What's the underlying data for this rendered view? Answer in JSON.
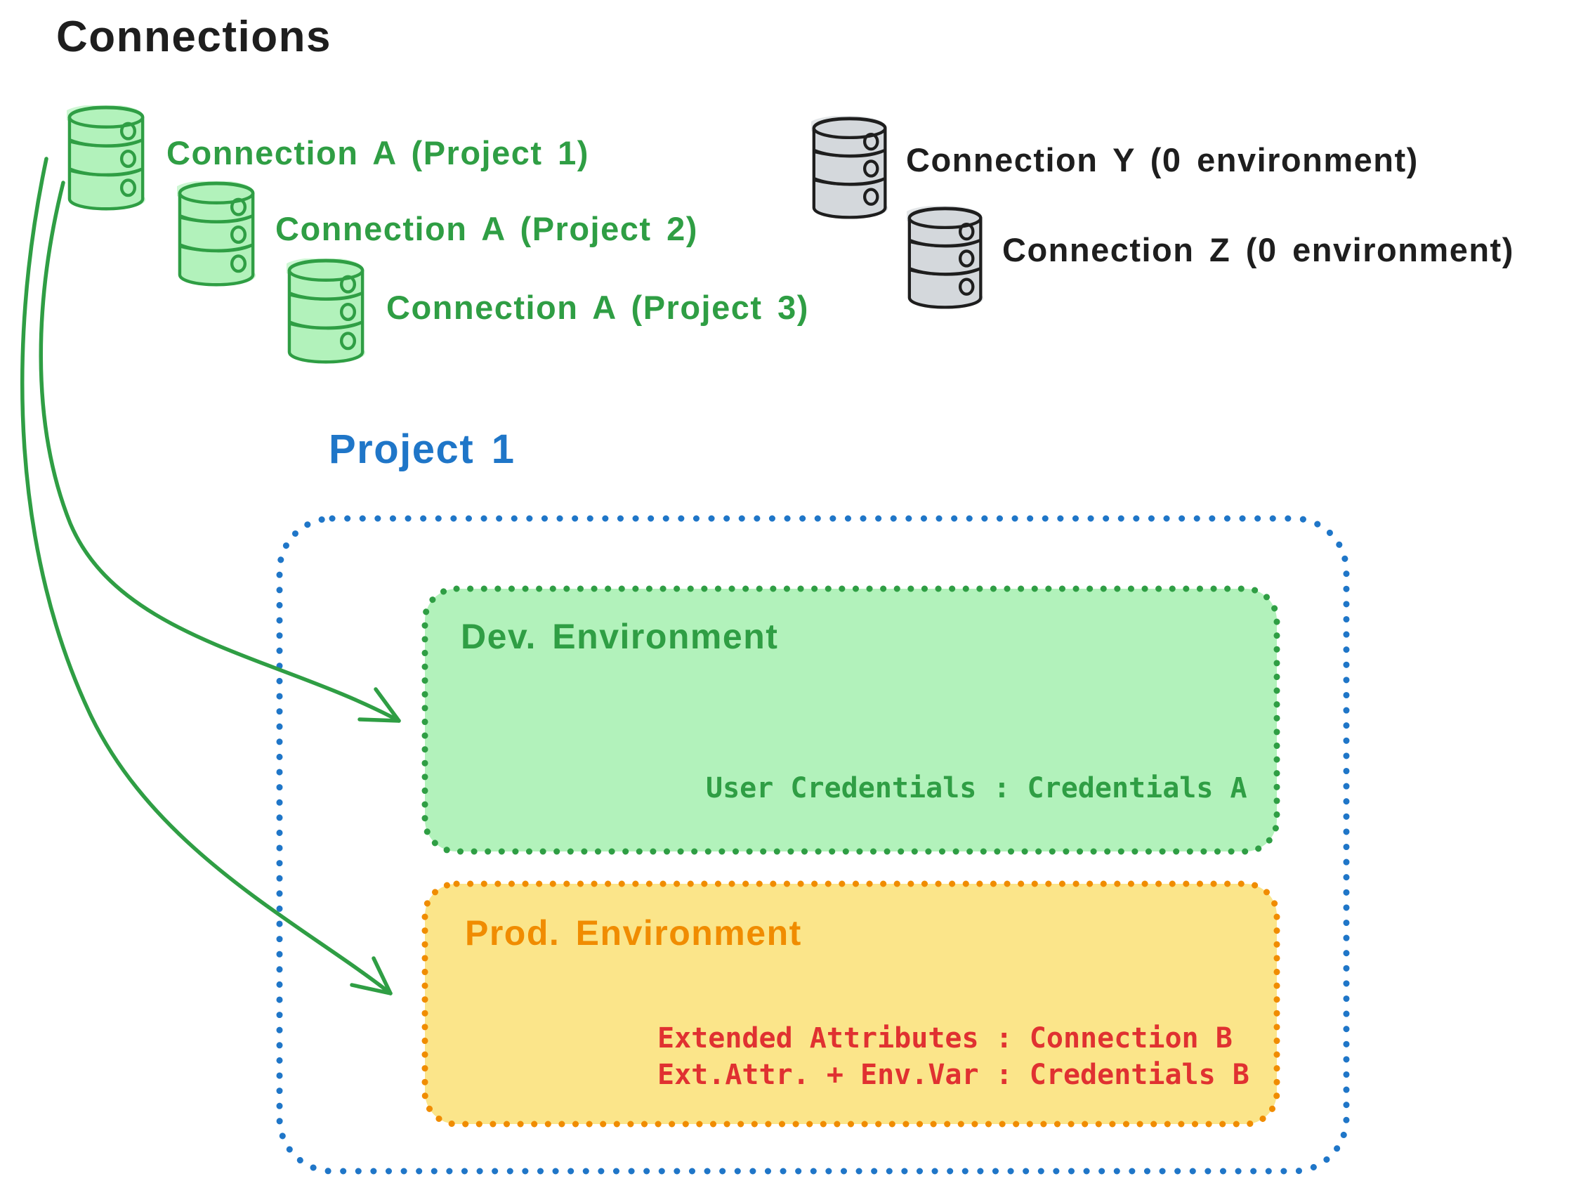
{
  "diagram": {
    "title": "Connections",
    "connections_green": [
      {
        "label": "Connection A (Project 1)"
      },
      {
        "label": "Connection A (Project 2)"
      },
      {
        "label": "Connection A (Project 3)"
      }
    ],
    "connections_gray": [
      {
        "label": "Connection Y (0 environment)"
      },
      {
        "label": "Connection Z (0 environment)"
      }
    ],
    "project_box": {
      "title": "Project 1"
    },
    "dev_environment": {
      "title": "Dev. Environment",
      "credentials_line": "User Credentials : Credentials A"
    },
    "prod_environment": {
      "title": "Prod. Environment",
      "lines": [
        "Extended Attributes : Connection B",
        "Ext.Attr. + Env.Var : Credentials B"
      ]
    },
    "colors": {
      "green_stroke": "#2f9e44",
      "green_fill": "#b2f2bb",
      "gray_stroke": "#1e1e1e",
      "gray_fill": "#d4d8dc",
      "blue": "#1f76c8",
      "orange": "#f08c00",
      "yellow_fill": "#fbe58a",
      "red": "#e03131",
      "black": "#1e1e1e"
    }
  }
}
